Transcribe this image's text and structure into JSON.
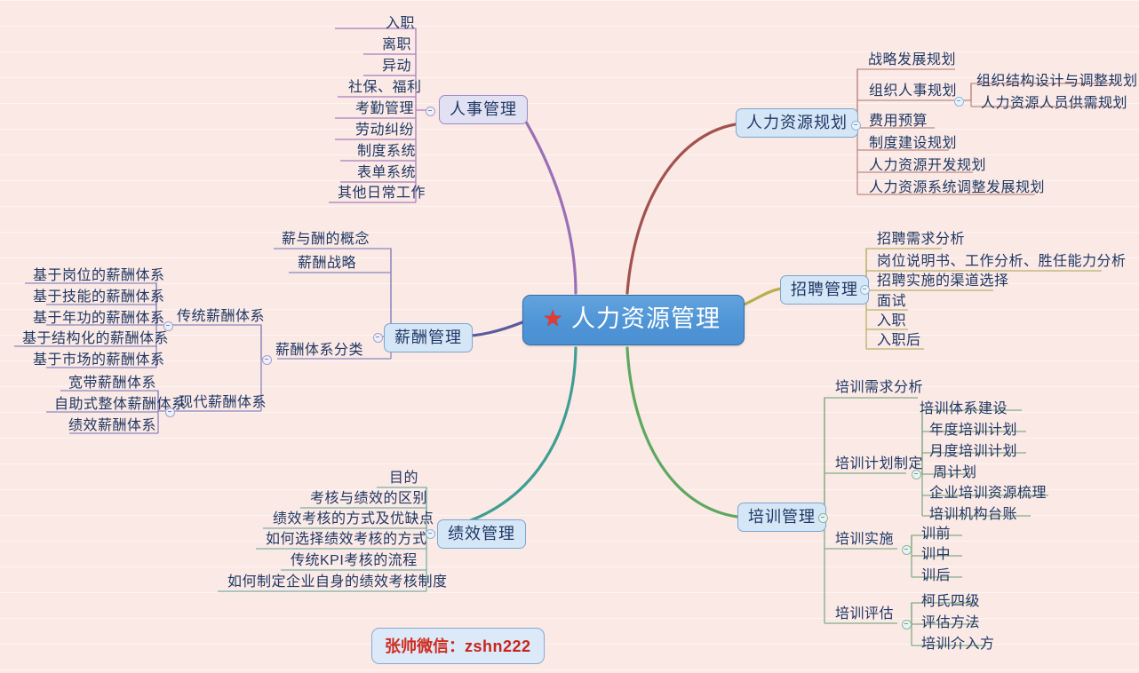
{
  "center": {
    "title": "人力资源管理",
    "icon": "star-icon",
    "fill": "#4f95d6",
    "text_color": "#ffffff",
    "star_color": "#e8392f"
  },
  "background": {
    "color": "#fbe9e5",
    "style": "lined-paper"
  },
  "watermark": {
    "label": "张帅微信：",
    "id": "zshn222",
    "color": "#d02c20"
  },
  "branches": [
    {
      "id": "personnel",
      "label": "人事管理",
      "side": "left",
      "color": "#9b6fb5",
      "children": [
        {
          "label": "入职"
        },
        {
          "label": "离职"
        },
        {
          "label": "异动"
        },
        {
          "label": "社保、福利"
        },
        {
          "label": "考勤管理"
        },
        {
          "label": "劳动纠纷"
        },
        {
          "label": "制度系统"
        },
        {
          "label": "表单系统"
        },
        {
          "label": "其他日常工作"
        }
      ]
    },
    {
      "id": "hr-planning",
      "label": "人力资源规划",
      "side": "right",
      "color": "#a1524f",
      "children": [
        {
          "label": "战略发展规划"
        },
        {
          "label": "组织人事规划",
          "children": [
            {
              "label": "组织结构设计与调整规划"
            },
            {
              "label": "人力资源人员供需规划"
            }
          ]
        },
        {
          "label": "费用预算"
        },
        {
          "label": "制度建设规划"
        },
        {
          "label": "人力资源开发规划"
        },
        {
          "label": "人力资源系统调整发展规划"
        }
      ]
    },
    {
      "id": "recruitment",
      "label": "招聘管理",
      "side": "right",
      "color": "#b5b04a",
      "children": [
        {
          "label": "招聘需求分析"
        },
        {
          "label": "岗位说明书、工作分析、胜任能力分析"
        },
        {
          "label": "招聘实施的渠道选择"
        },
        {
          "label": "面试"
        },
        {
          "label": "入职"
        },
        {
          "label": "入职后"
        }
      ]
    },
    {
      "id": "training",
      "label": "培训管理",
      "side": "right",
      "color": "#5da85f",
      "children": [
        {
          "label": "培训需求分析"
        },
        {
          "label": "培训计划制定",
          "children": [
            {
              "label": "培训体系建设"
            },
            {
              "label": "年度培训计划"
            },
            {
              "label": "月度培训计划"
            },
            {
              "label": "周计划"
            },
            {
              "label": "企业培训资源梳理"
            },
            {
              "label": "培训机构台账"
            }
          ]
        },
        {
          "label": "培训实施",
          "children": [
            {
              "label": "训前"
            },
            {
              "label": "训中"
            },
            {
              "label": "训后"
            }
          ]
        },
        {
          "label": "培训评估",
          "children": [
            {
              "label": "柯氏四级"
            },
            {
              "label": "评估方法"
            },
            {
              "label": "培训介入方"
            }
          ]
        }
      ]
    },
    {
      "id": "performance",
      "label": "绩效管理",
      "side": "left",
      "color": "#3f9e93",
      "children": [
        {
          "label": "目的"
        },
        {
          "label": "考核与绩效的区别"
        },
        {
          "label": "绩效考核的方式及优缺点"
        },
        {
          "label": "如何选择绩效考核的方式"
        },
        {
          "label": "传统KPI考核的流程"
        },
        {
          "label": "如何制定企业自身的绩效考核制度"
        }
      ]
    },
    {
      "id": "compensation",
      "label": "薪酬管理",
      "side": "left",
      "color": "#5a5a9e",
      "children": [
        {
          "label": "薪与酬的概念"
        },
        {
          "label": "薪酬战略"
        },
        {
          "label": "薪酬体系分类",
          "children": [
            {
              "label": "传统薪酬体系",
              "children": [
                {
                  "label": "基于岗位的薪酬体系"
                },
                {
                  "label": "基于技能的薪酬体系"
                },
                {
                  "label": "基于年功的薪酬体系"
                },
                {
                  "label": "基于结构化的薪酬体系"
                },
                {
                  "label": "基于市场的薪酬体系"
                }
              ]
            },
            {
              "label": "现代薪酬体系",
              "children": [
                {
                  "label": "宽带薪酬体系"
                },
                {
                  "label": "自助式整体薪酬体系"
                },
                {
                  "label": "绩效薪酬体系"
                }
              ]
            }
          ]
        }
      ]
    }
  ]
}
